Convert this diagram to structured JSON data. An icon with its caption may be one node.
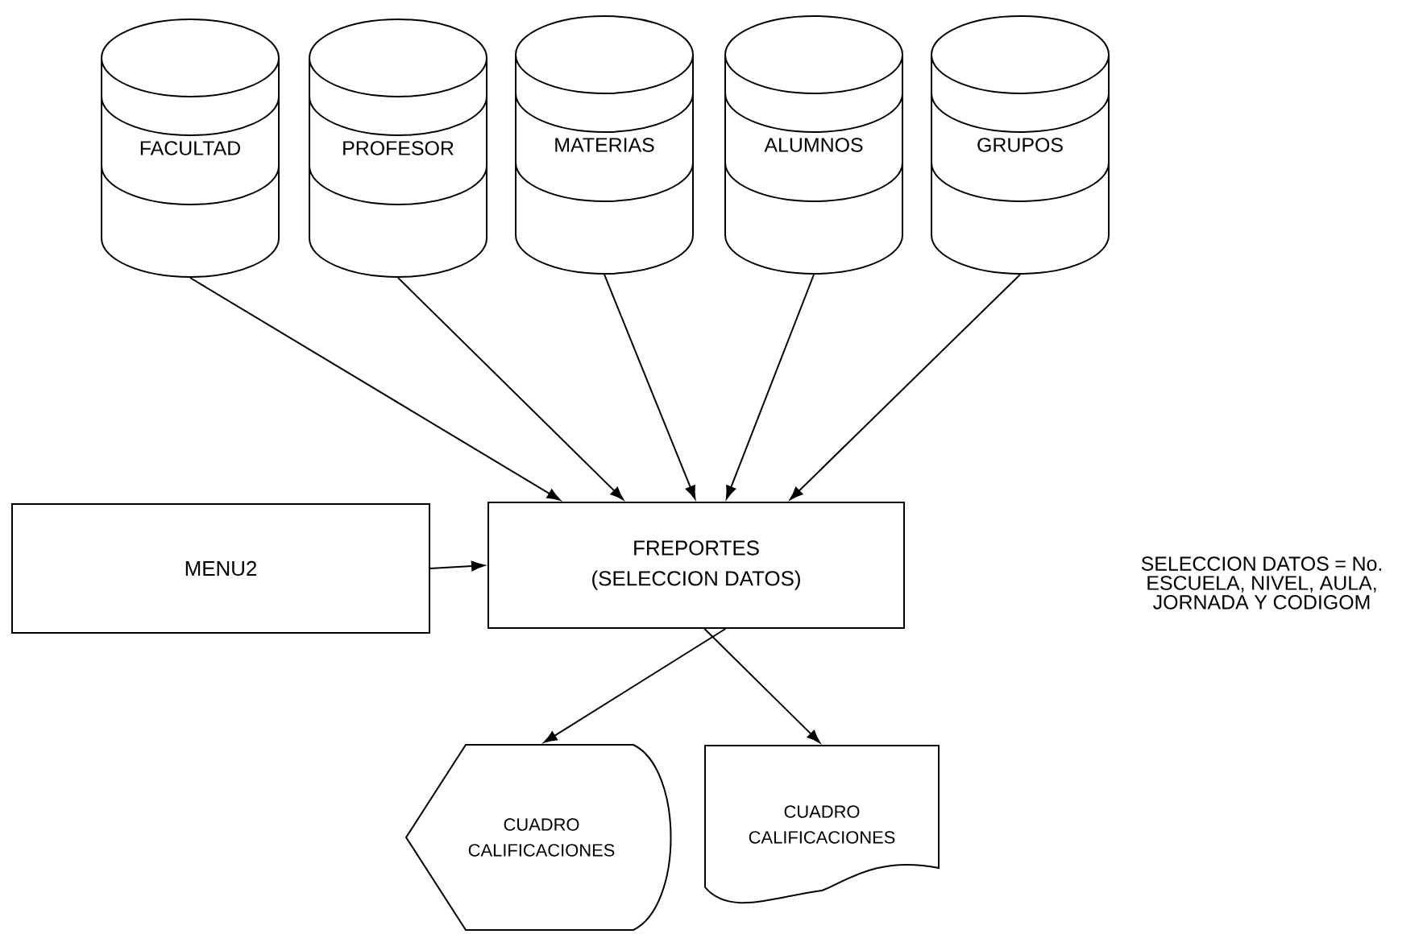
{
  "diagram": {
    "nodes": [
      {
        "text": [
          "FACULTAD"
        ]
      },
      {
        "text": [
          "PROFESOR"
        ]
      },
      {
        "text": [
          "MATERIAS"
        ]
      },
      {
        "text": [
          "ALUMNOS"
        ]
      },
      {
        "text": [
          "GRUPOS"
        ]
      },
      {
        "text": [
          "MENU2"
        ]
      },
      {
        "text": [
          "FREPORTES",
          "(SELECCION DATOS)"
        ]
      },
      {
        "text": [
          "CUADRO CALIFICACIONES"
        ]
      },
      {
        "text": [
          "CUADRO CALIFICACIONES"
        ]
      }
    ],
    "edges": [
      {
        "from": 0,
        "to": 6,
        "arrow": "to"
      },
      {
        "from": 1,
        "to": 6,
        "arrow": "to"
      },
      {
        "from": 2,
        "to": 6,
        "arrow": "to"
      },
      {
        "from": 3,
        "to": 6,
        "arrow": "to"
      },
      {
        "from": 4,
        "to": 6,
        "arrow": "to"
      },
      {
        "from": 5,
        "to": 6,
        "arrow": "to"
      },
      {
        "from": 6,
        "to": 7,
        "arrow": "to"
      },
      {
        "from": 6,
        "to": 8,
        "arrow": "to"
      }
    ],
    "labels": [
      "SELECCION DATOS = No. ESCUELA, NIVEL, AULA, JORNADA Y CODIGOM"
    ]
  }
}
